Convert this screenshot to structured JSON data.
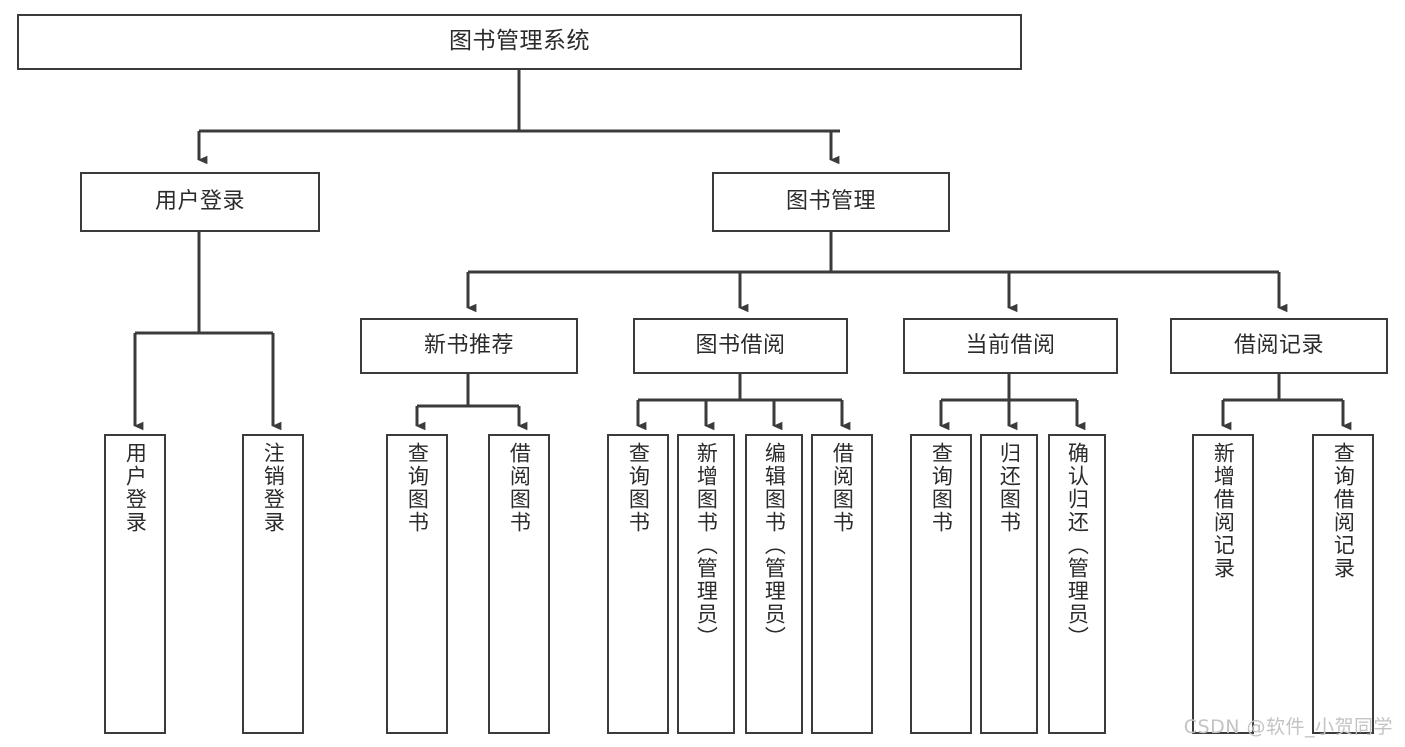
{
  "diagram": {
    "type": "tree",
    "title": "图书管理系统",
    "root": {
      "id": "root",
      "label": "图书管理系统"
    },
    "level1": [
      {
        "id": "user-login",
        "label": "用户登录"
      },
      {
        "id": "book-manage",
        "label": "图书管理"
      }
    ],
    "level2": [
      {
        "id": "new-book-rec",
        "label": "新书推荐",
        "parent": "book-manage"
      },
      {
        "id": "book-borrow",
        "label": "图书借阅",
        "parent": "book-manage"
      },
      {
        "id": "current-borrow",
        "label": "当前借阅",
        "parent": "book-manage"
      },
      {
        "id": "borrow-record",
        "label": "借阅记录",
        "parent": "book-manage"
      }
    ],
    "leaves": [
      {
        "id": "leaf-user-login",
        "label": "用户登录",
        "parent": "user-login"
      },
      {
        "id": "leaf-logout",
        "label": "注销登录",
        "parent": "user-login"
      },
      {
        "id": "leaf-query-book-1",
        "label": "查询图书",
        "parent": "new-book-rec"
      },
      {
        "id": "leaf-borrow-book-1",
        "label": "借阅图书",
        "parent": "new-book-rec"
      },
      {
        "id": "leaf-query-book-2",
        "label": "查询图书",
        "parent": "book-borrow"
      },
      {
        "id": "leaf-add-book",
        "label": "新增图书（管理员）",
        "parent": "book-borrow"
      },
      {
        "id": "leaf-edit-book",
        "label": "编辑图书（管理员）",
        "parent": "book-borrow"
      },
      {
        "id": "leaf-borrow-book-2",
        "label": "借阅图书",
        "parent": "book-borrow"
      },
      {
        "id": "leaf-query-book-3",
        "label": "查询图书",
        "parent": "current-borrow"
      },
      {
        "id": "leaf-return-book",
        "label": "归还图书",
        "parent": "current-borrow"
      },
      {
        "id": "leaf-confirm-return",
        "label": "确认归还（管理员）",
        "parent": "current-borrow"
      },
      {
        "id": "leaf-add-record",
        "label": "新增借阅记录",
        "parent": "borrow-record"
      },
      {
        "id": "leaf-query-record",
        "label": "查询借阅记录",
        "parent": "borrow-record"
      }
    ],
    "colors": {
      "box_border": "#3b3b3b",
      "box_fill": "#ffffff",
      "text": "#2b2b2b",
      "connector": "#3b3b3b",
      "watermark": "#c3c3c3",
      "background": "#ffffff"
    }
  },
  "watermark": {
    "text": "CSDN @软件_小贺同学"
  }
}
